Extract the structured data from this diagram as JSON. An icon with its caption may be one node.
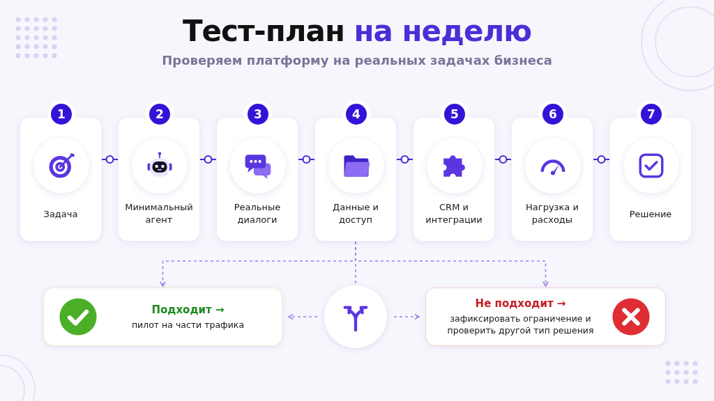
{
  "diagram": {
    "title": "Тест-план *на неделю*",
    "nodes": [
      {
        "text": [
          "1",
          "Задача"
        ]
      },
      {
        "text": [
          "2",
          "Минимальный агент"
        ]
      },
      {
        "text": [
          "3",
          "Реальные диалоги"
        ]
      },
      {
        "text": [
          "4",
          "Данные и доступ"
        ]
      },
      {
        "text": [
          "5",
          "CRM и интеграции"
        ]
      },
      {
        "text": [
          "6",
          "Нагрузка и расходы"
        ]
      },
      {
        "text": [
          "7",
          "Решение"
        ]
      },
      {
        "text": [],
        "shape": "circle"
      },
      {
        "text": [
          "Подходит →",
          "пилот на части трафика"
        ]
      },
      {
        "text": [
          "Не подходит →",
          "зафиксировать ограничение и проверить другой тип решения"
        ]
      }
    ],
    "edges": [
      {
        "from": 0,
        "to": 1,
        "arrow": "none"
      },
      {
        "from": 1,
        "to": 2,
        "arrow": "none"
      },
      {
        "from": 2,
        "to": 3,
        "arrow": "none"
      },
      {
        "from": 3,
        "to": 4,
        "arrow": "none"
      },
      {
        "from": 4,
        "to": 5,
        "arrow": "none"
      },
      {
        "from": 5,
        "to": 6,
        "arrow": "none"
      },
      {
        "from": 3,
        "to": 7,
        "arrow": "none",
        "style": "dashed",
        "color": "#9a83ea"
      },
      {
        "from": 3,
        "to": 8,
        "arrow": "to",
        "style": "dashed",
        "color": "#9a83ea"
      },
      {
        "from": 3,
        "to": 9,
        "arrow": "to",
        "style": "dashed",
        "color": "#9a83ea"
      },
      {
        "from": 7,
        "to": 8,
        "arrow": "to",
        "style": "dashed",
        "color": "#9a83ea"
      },
      {
        "from": 7,
        "to": 9,
        "arrow": "to",
        "style": "dashed",
        "color": "#9a83ea"
      }
    ],
    "labels": [
      "Проверяем платформу на реальных задачах бизнеса"
    ]
  }
}
